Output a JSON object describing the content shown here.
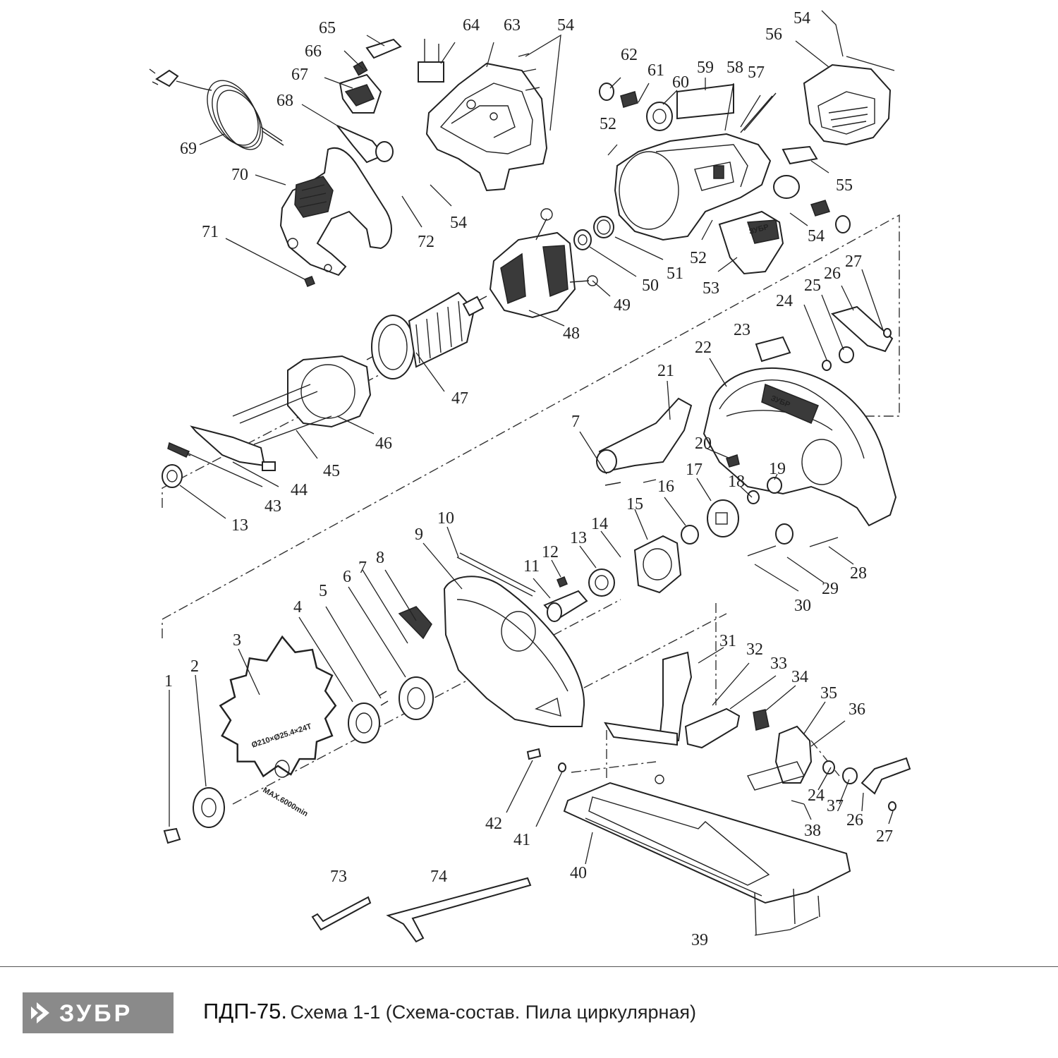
{
  "brand": {
    "name": "ЗУБР",
    "bg_color": "#8a8a8a",
    "fg_color": "#ffffff"
  },
  "caption": {
    "model": "ПДП-75.",
    "text": "Схема 1-1 (Схема-состав. Пила циркулярная)"
  },
  "diagram": {
    "blade_marking": "Ø210×Ø25.4×24T",
    "blade_speed": "MAX.6000min",
    "guard_logo": "ЗУБР",
    "cover_logo": "ЗУБР",
    "callouts": [
      "1",
      "2",
      "3",
      "4",
      "5",
      "6",
      "7",
      "8",
      "9",
      "10",
      "11",
      "12",
      "13",
      "14",
      "13",
      "15",
      "16",
      "17",
      "18",
      "19",
      "20",
      "7",
      "21",
      "22",
      "23",
      "24",
      "25",
      "26",
      "27",
      "28",
      "29",
      "30",
      "31",
      "32",
      "33",
      "34",
      "35",
      "36",
      "24",
      "37",
      "26",
      "27",
      "38",
      "39",
      "40",
      "41",
      "42",
      "13",
      "43",
      "44",
      "45",
      "46",
      "47",
      "48",
      "49",
      "50",
      "51",
      "52",
      "52",
      "53",
      "54",
      "55",
      "54",
      "56",
      "57",
      "58",
      "59",
      "60",
      "61",
      "62",
      "63",
      "54",
      "64",
      "65",
      "66",
      "67",
      "68",
      "69",
      "70",
      "71",
      "72",
      "54",
      "73",
      "74"
    ]
  },
  "colors": {
    "line": "#222222",
    "accent_grey": "#8a8a8a",
    "dark_fill": "#3a3a3a"
  }
}
